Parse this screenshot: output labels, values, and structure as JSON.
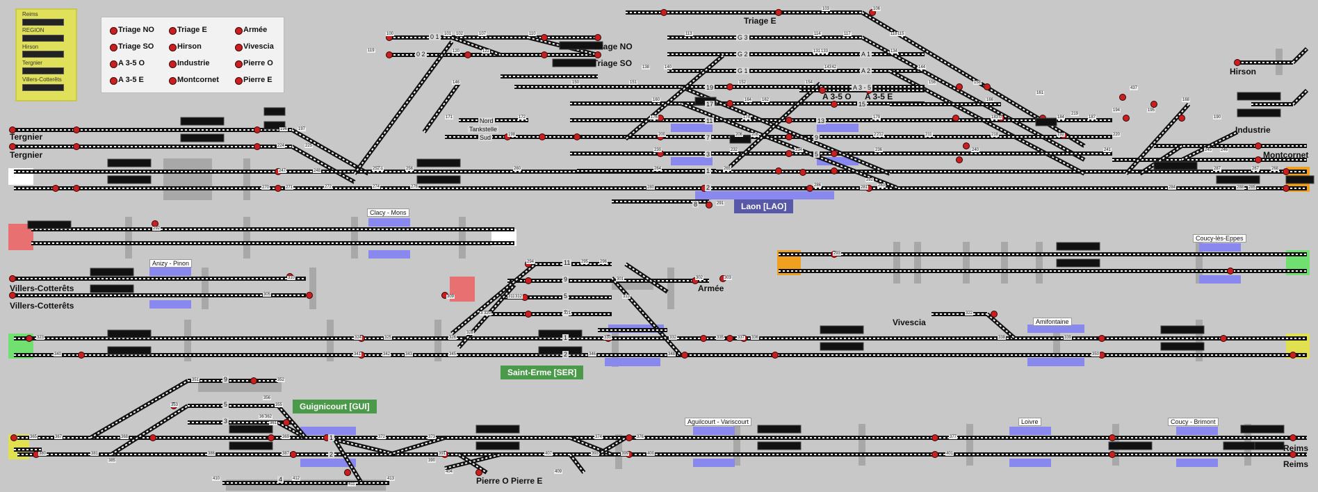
{
  "selector": {
    "items": [
      "Reims",
      "REGION",
      "Hirson",
      "Tergnier",
      "Villers-Cotterêts"
    ]
  },
  "legend": {
    "items": [
      "Triage NO",
      "Triage SO",
      "A 3-5 O",
      "A 3-5 E",
      "Triage E",
      "Hirson",
      "Industrie",
      "Montcornet",
      "Armée",
      "Vivescia",
      "Pierre O",
      "Pierre E"
    ]
  },
  "places": {
    "tergnier_1": "Tergnier",
    "tergnier_2": "Tergnier",
    "villers_1": "Villers-Cotterêts",
    "villers_2": "Villers-Cotterêts",
    "triage_e": "Triage E",
    "triage_no": "Triage NO",
    "triage_so": "Triage SO",
    "hirson": "Hirson",
    "industrie": "Industrie",
    "montcornet": "Montcornet",
    "a35o": "A 3-5 O",
    "a35e": "A 3-5 E",
    "armee": "Armée",
    "vivescia": "Vivescia",
    "pierre": "Pierre O Pierre E",
    "reims_1": "Reims",
    "reims_2": "Reims",
    "nord": "Nord",
    "sud": "Sud",
    "tankstelle": "Tankstelle"
  },
  "stations": {
    "laon": "Laon [LAO]",
    "saint_erme": "Saint-Erme [SER]",
    "guignicourt": "Guignicourt [GUI]"
  },
  "stops": {
    "clacy": "Clacy - Mons",
    "anizy": "Anizy - Pinon",
    "coucy_eppes": "Coucy-lès-Eppes",
    "amifontaine": "Amifontaine",
    "aguilcourt": "Aguilcourt - Variscourt",
    "loivre": "Loivre",
    "coucy_brimont": "Coucy - Brimont"
  },
  "tracks": {
    "t01": "0 1",
    "t02": "0 2",
    "g3": "G 3",
    "g2": "G 2",
    "g1": "G 1",
    "a1": "A 1",
    "a2": "A 2",
    "a35": "A 3 - 5",
    "l19": "19",
    "l17": "17",
    "l15": "15",
    "l13": "13",
    "l11": "11",
    "l9": "9",
    "l7": "7",
    "l5": "5",
    "l3": "3",
    "l1": "1",
    "l2": "2",
    "l8": "8",
    "s11": "11",
    "s9": "9",
    "s5": "5",
    "s3": "3",
    "s1": "1",
    "s2": "2",
    "g_9": "9",
    "g_5": "5",
    "g_3": "3",
    "g_1": "1",
    "g_2": "2",
    "g_4": "4"
  },
  "numbers": {
    "n100": "100",
    "n101": "101",
    "n102": "102",
    "n103": "103",
    "n106": "106",
    "n107": "107",
    "n110": "110",
    "n113": "113",
    "n114": "114",
    "n115": "115",
    "n117": "117",
    "n118": "118",
    "n119": "119",
    "n120": "120",
    "n122": "122",
    "n131": "131",
    "n133": "133",
    "n134": "134",
    "n138": "138",
    "n140": "140",
    "n141": "141",
    "n142": "142",
    "n143": "143",
    "n144": "144",
    "n146": "146",
    "n150": "150",
    "n151": "151",
    "n152": "152",
    "n154": "154",
    "n156": "156",
    "n158": "158",
    "n160": "160",
    "n161": "161",
    "n162": "162",
    "n164": "164",
    "n166": "166",
    "n168": "168",
    "n171": "171",
    "n172": "172",
    "n176": "176",
    "n178": "178",
    "n179": "179",
    "n180": "180",
    "n183": "183",
    "n184": "184",
    "n187": "187",
    "n190": "190",
    "n192": "192",
    "n194": "194",
    "n195": "195",
    "n196": "196",
    "n197": "197",
    "n198": "198",
    "n200": "200",
    "n206": "206",
    "n208": "208",
    "n209": "209",
    "n211": "211",
    "n212": "212",
    "n218": "218",
    "n219": "219",
    "n220": "220",
    "n224": "224",
    "n225": "225",
    "n230": "230",
    "n232": "232",
    "n234": "234",
    "n236": "236",
    "n240": "240",
    "n241": "241",
    "n245": "245",
    "n246": "246",
    "n247": "247",
    "n248": "248",
    "n251": "251",
    "n252": "252",
    "n256": "256",
    "n260": "260",
    "n264": "264",
    "n265": "265",
    "n267": "267",
    "n268": "268",
    "n270": "270",
    "n271": "271",
    "n272": "272",
    "n274": "274",
    "n276": "276",
    "n280": "280",
    "n281": "281",
    "n282": "282",
    "n283": "283",
    "n284": "284",
    "n285": "285",
    "n286": "286",
    "n287": "287",
    "n288": "288",
    "n291": "291",
    "n292": "292",
    "n293": "293",
    "n294": "294",
    "n295": "295",
    "n296": "296",
    "n301": "301",
    "n302": "302",
    "n303": "303",
    "n305": "305",
    "n309": "309",
    "n310": "310",
    "n311": "311",
    "n312": "312",
    "n313": "313",
    "n317": "317",
    "n320": "320",
    "n321": "321",
    "n322": "322",
    "n323": "323",
    "n324": "324",
    "n325": "325",
    "n326": "326",
    "n328": "328",
    "n330": "330",
    "n332": "332",
    "n335": "335",
    "n336": "336",
    "n337": "337",
    "n338": "338",
    "n339": "339",
    "n340": "340",
    "n341": "341",
    "n342": "342",
    "n343": "343",
    "n345": "345",
    "n346": "346",
    "n348": "348",
    "n350": "350",
    "n351": "351",
    "n352": "352",
    "n353": "353",
    "n355": "355",
    "n356": "356",
    "n360": "360",
    "n361": "361",
    "n362": "362",
    "n365": "365",
    "n367": "367",
    "n368": "368",
    "n369": "369",
    "n372": "372",
    "n373": "373",
    "n374": "374",
    "n376": "376",
    "n377": "377",
    "n378": "378",
    "n380": "380",
    "n381": "381",
    "n385": "385",
    "n386": "386",
    "n387": "387",
    "n390": "390",
    "n391": "391",
    "n393": "393",
    "n399": "399",
    "n400": "400",
    "n401": "401",
    "n404": "404",
    "n407": "407",
    "n409": "409",
    "n410": "410",
    "n411": "411",
    "n412": "412",
    "n413": "413",
    "n437": "437"
  },
  "colors": {
    "background": "#c8c8c8",
    "rail": "#111111",
    "sleeper": "#ffffff",
    "signal_red": "#c82020",
    "platform_blue": "#8888ee",
    "station_blue": "#5858a8",
    "station_green": "#4a9a4a",
    "section_grey": "#a8a8a8",
    "exit_red": "#e87070",
    "exit_green": "#70e070",
    "exit_orange": "#f0a020",
    "exit_yellow": "#e0e050",
    "selector_yellow": "#e0e05a"
  }
}
